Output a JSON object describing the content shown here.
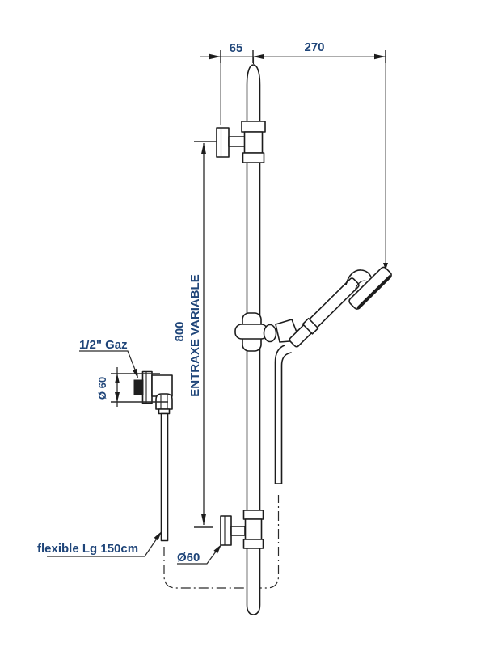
{
  "drawing": {
    "type": "technical-installation-diagram",
    "subject": "shower slide bar with hand shower and wall supply elbow",
    "labels": {
      "top_offset": "65",
      "top_reach": "270",
      "entraxe_value": "800",
      "entraxe_note": "ENTRAXE VARIABLE",
      "inlet_thread": "1/2\" Gaz",
      "inlet_flange_diameter": "Ø 60",
      "bracket_flange_diameter": "Ø60",
      "hose_length": "flexible Lg 150cm"
    },
    "colors": {
      "background": "#ffffff",
      "line": "#1c1c1c",
      "dimension_line": "#5a5a5a",
      "label_text": "#1f4579"
    }
  }
}
